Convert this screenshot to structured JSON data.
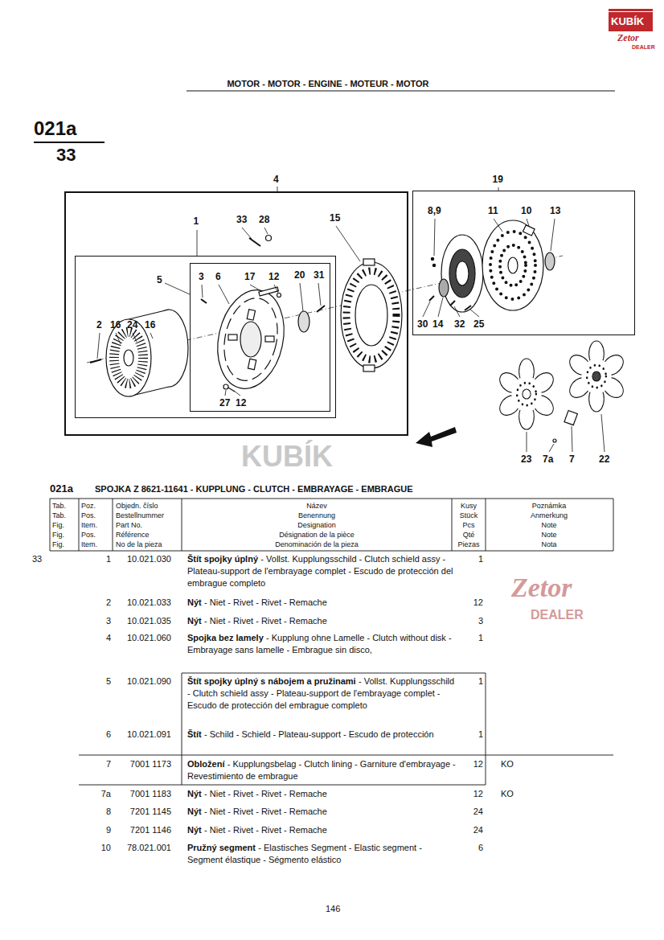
{
  "diagram": {
    "title": "MOTOR - MOTOR - ENGINE - MOTEUR - MOTOR",
    "nodes": [
      {
        "text": [
          "4"
        ]
      },
      {
        "text": [
          "1"
        ],
        "in": 0
      },
      {
        "text": [
          "5"
        ],
        "in": 1
      },
      {
        "text": [
          "19"
        ]
      }
    ],
    "labels": [
      "KUBÍK",
      "Zetor",
      "DEALER",
      "021a",
      "33",
      "33",
      "28",
      "15",
      "3",
      "6",
      "17",
      "12",
      "20",
      "31",
      "2",
      "16",
      "24",
      "16",
      "27",
      "12",
      "8,9",
      "11",
      "10",
      "13",
      "30",
      "14",
      "32",
      "25",
      "23",
      "7a",
      "7",
      "22",
      "KUBÍK",
      "Zetor",
      "DEALER",
      "021a",
      "SPOJKA Z 8621-11641 - KUPPLUNG - CLUTCH - EMBRAYAGE - EMBRAGUE",
      "Tab.",
      "Tab.",
      "Fig.",
      "Fig.",
      "Fig.",
      "Poz.",
      "Pos.",
      "Item.",
      "Pos.",
      "Item.",
      "Objedn. číslo",
      "Bestellnummer",
      "Part No.",
      "Référence",
      "No de la pieza",
      "Název",
      "Benennung",
      "Designation",
      "Désignation de la pièce",
      "Denominación de la pieza",
      "Kusy",
      "Stück",
      "Pcs",
      "Qté",
      "Piezas",
      "Poznámka",
      "Anmerkung",
      "Note",
      "Note",
      "Nota",
      "33",
      "1",
      "10.021.030",
      "Štít spojky úplný",
      "- Vollst. Kupplungsschild - Clutch schield assy - Plateau-support de l'embrayage complet - Escudo de protección del embrague completo",
      "1",
      "2",
      "10.021.033",
      "Nýt",
      "- Niet - Rivet - Rivet - Remache",
      "12",
      "3",
      "10.021.035",
      "Nýt",
      "- Niet - Rivet - Rivet - Remache",
      "3",
      "4",
      "10.021.060",
      "Spojka bez lamely",
      "- Kupplung ohne Lamelle - Clutch without disk - Embrayage sans lamelle - Embrague sin disco,",
      "1",
      "5",
      "10.021.090",
      "Štít spojky úplný s nábojem a pružinami",
      "- Vollst. Kupplungsschild - Clutch schield assy - Plateau-support de l'embrayage complet - Escudo de protección del embrague completo",
      "1",
      "6",
      "10.021.091",
      "Štít",
      "- Schild - Schield - Plateau-support - Escudo de protección",
      "1",
      "7",
      "7001 1173",
      "Obložení",
      "- Kupplungsbelag - Clutch lining - Garniture d'embrayage - Revestimiento de embrague",
      "12",
      "KO",
      "7a",
      "7001 1183",
      "Nýt",
      "- Niet - Rivet - Rivet - Remache",
      "12",
      "KO",
      "8",
      "7201 1145",
      "Nýt",
      "- Niet - Rivet - Rivet - Remache",
      "24",
      "9",
      "7201 1146",
      "Nýt",
      "- Niet - Rivet - Rivet - Remache",
      "24",
      "10",
      "78.021.001",
      "Pružný segment",
      "- Elastisches Segment - Elastic segment - Segment élastique - Ségmento elástico",
      "6",
      "146"
    ]
  }
}
